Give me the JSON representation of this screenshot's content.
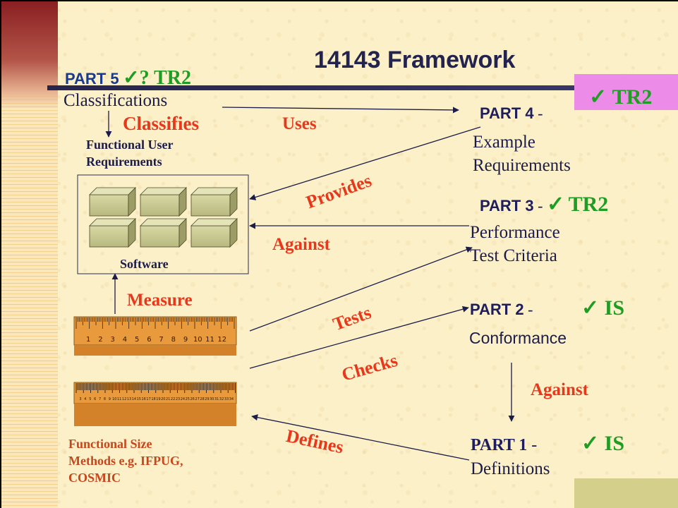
{
  "title": "14143 Framework",
  "part5": {
    "label": "PART 5",
    "mark": "✓",
    "status": "? TR2",
    "name": "Classifications"
  },
  "part4": {
    "label": "PART 4",
    "dash": "-",
    "mark": "✓",
    "status": "TR2",
    "name_line1": "Example",
    "name_line2": "Requirements"
  },
  "part3": {
    "label": "PART 3",
    "dash": "-",
    "mark": "✓",
    "status": "TR2",
    "name_line1": "Performance",
    "name_line2": "Test Criteria"
  },
  "part2": {
    "label": "PART 2",
    "dash": "-",
    "mark": "✓",
    "status": "IS",
    "name": "Conformance"
  },
  "part1": {
    "label": "PART 1",
    "dash": "-",
    "mark": "✓",
    "status": "IS",
    "name": "Definitions"
  },
  "fur": {
    "line1": "Functional User",
    "line2": "Requirements"
  },
  "software_label": "Software",
  "methods": {
    "line1": "Functional Size",
    "line2": "Methods e.g. IFPUG,",
    "line3": "COSMIC"
  },
  "relations": {
    "classifies": "Classifies",
    "uses": "Uses",
    "provides": "Provides",
    "against_top": "Against",
    "measure": "Measure",
    "tests": "Tests",
    "checks": "Checks",
    "against_bottom": "Against",
    "defines": "Defines"
  },
  "ruler_ticks": [
    "1",
    "2",
    "3",
    "4",
    "5",
    "6",
    "7",
    "8",
    "9",
    "10",
    "11",
    "12"
  ],
  "colors": {
    "relation": "#e8381b",
    "status": "#1f9c24",
    "title": "#23234f",
    "ruler": "#e0902a"
  }
}
